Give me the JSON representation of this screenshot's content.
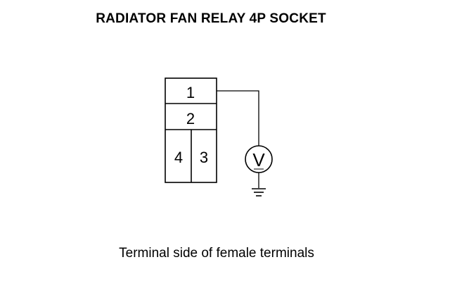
{
  "title": "RADIATOR FAN RELAY 4P SOCKET",
  "caption": "Terminal side of female terminals",
  "connector": {
    "terminals": [
      {
        "id": "1",
        "label": "1"
      },
      {
        "id": "2",
        "label": "2"
      },
      {
        "id": "4",
        "label": "4"
      },
      {
        "id": "3",
        "label": "3"
      }
    ]
  },
  "meter": {
    "symbol": "V",
    "icon": "voltmeter-icon"
  },
  "ground": {
    "icon": "ground-icon"
  },
  "colors": {
    "line": "#000000",
    "background": "#ffffff"
  }
}
